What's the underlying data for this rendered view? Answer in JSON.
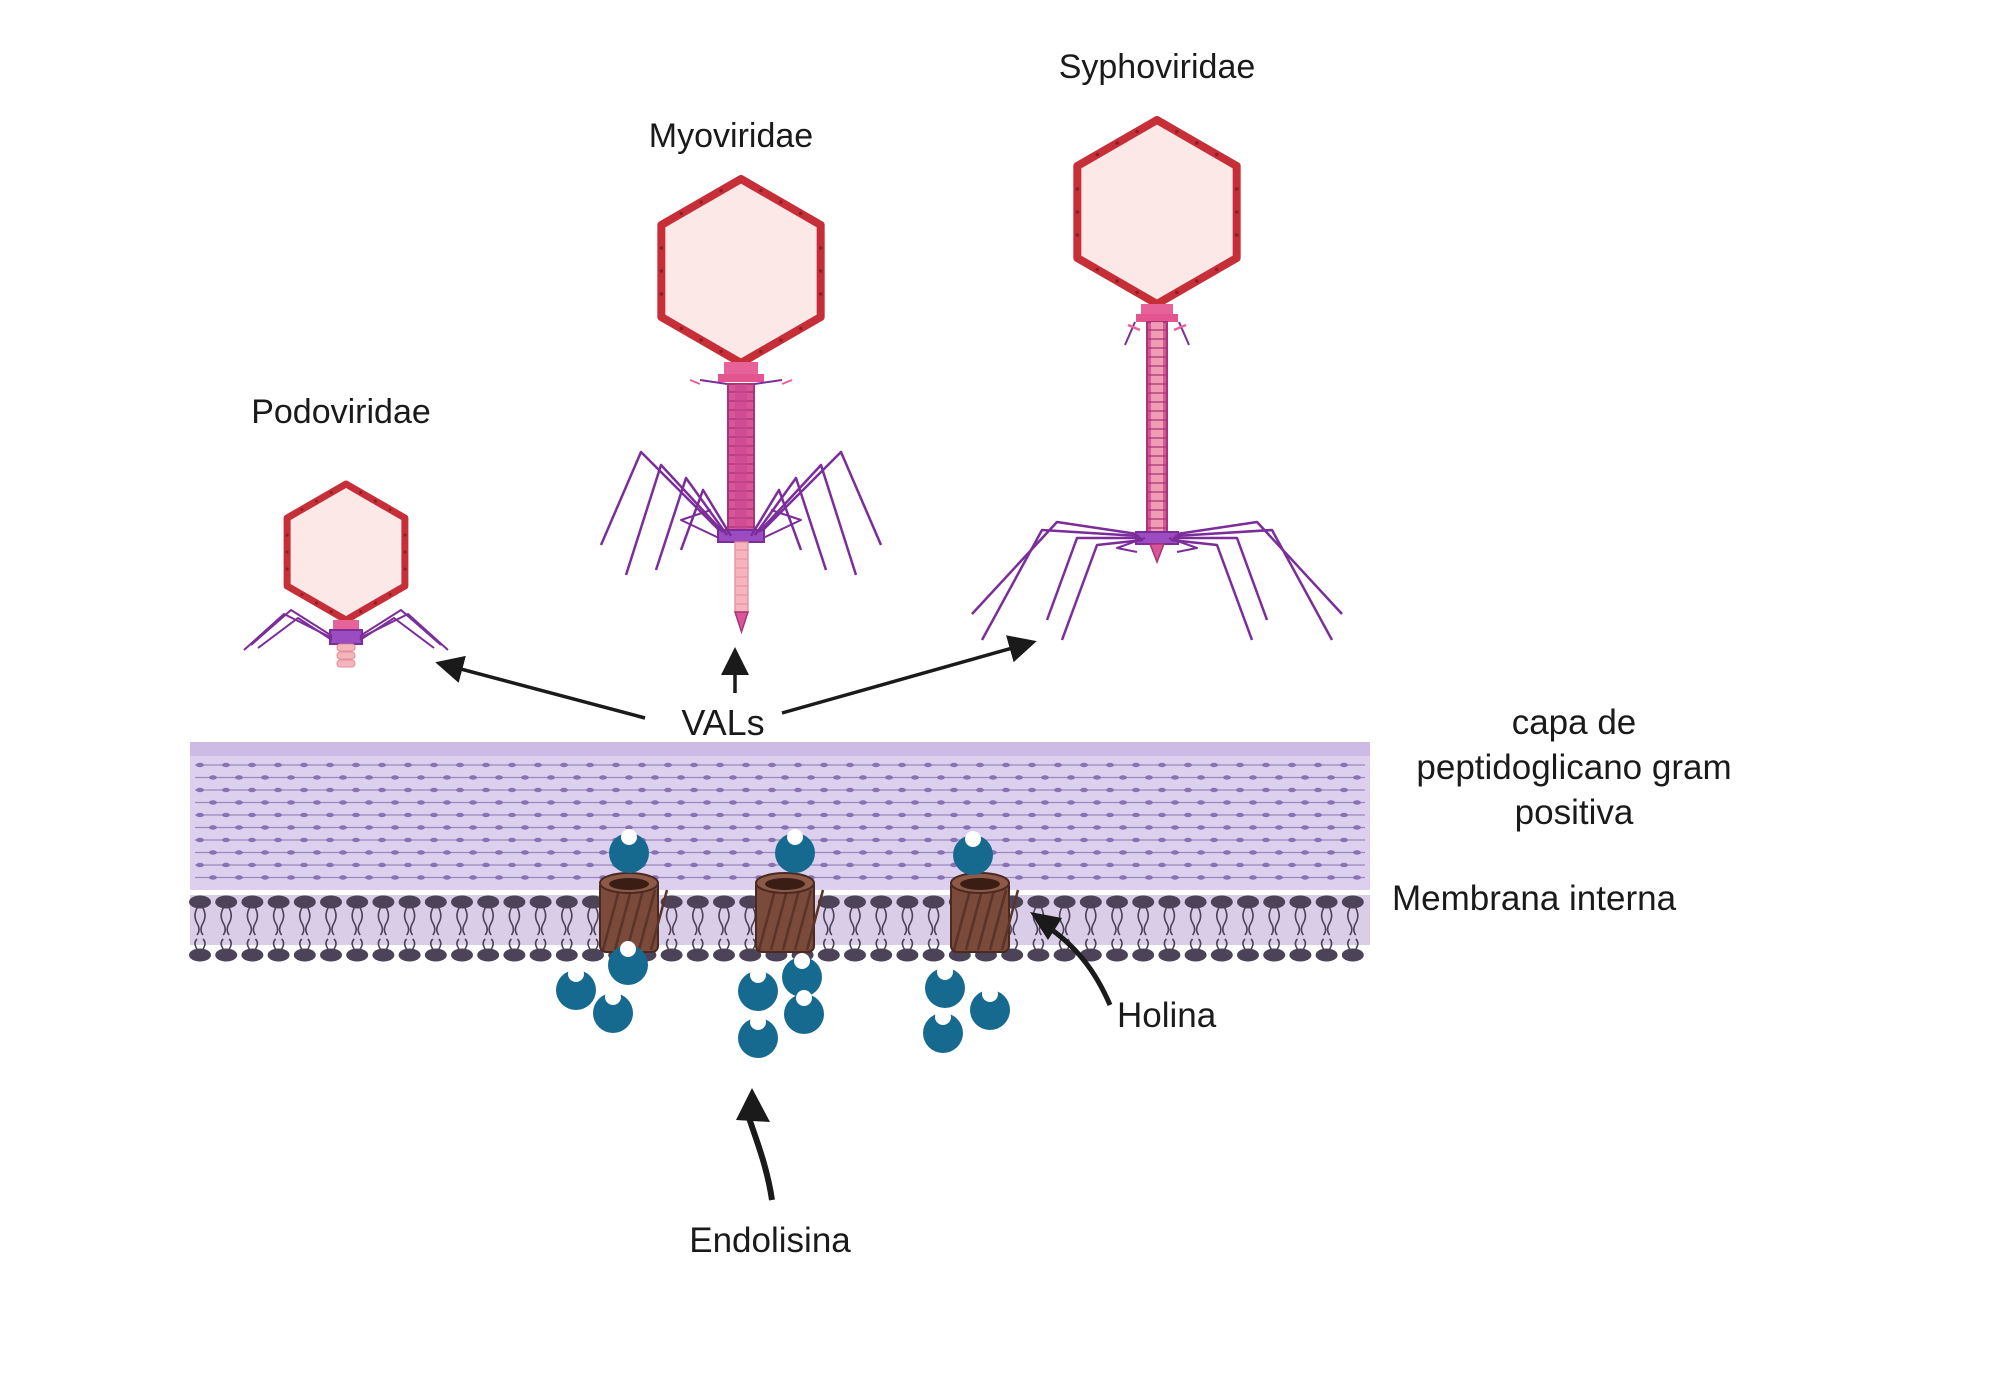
{
  "labels": {
    "podoviridae": "Podoviridae",
    "myoviridae": "Myoviridae",
    "syphoviridae": "Syphoviridae",
    "vals": "VALs",
    "peptidoglycan_line1": "capa de",
    "peptidoglycan_line2": "peptidoglicano gram",
    "peptidoglycan_line3": "positiva",
    "membrane": "Membrana interna",
    "holina": "Holina",
    "endolisina": "Endolisina"
  },
  "colors": {
    "capsid_fill": "#fde8e8",
    "capsid_stroke": "#c62f38",
    "tail_pink": "#e8629a",
    "tail_light": "#f5b5bd",
    "fiber_purple": "#7b2d99",
    "peptidoglycan": "#ddd0ee",
    "membrane_head": "#4d4358",
    "holin": "#7a4a3b",
    "endolysin": "#176a8f"
  }
}
